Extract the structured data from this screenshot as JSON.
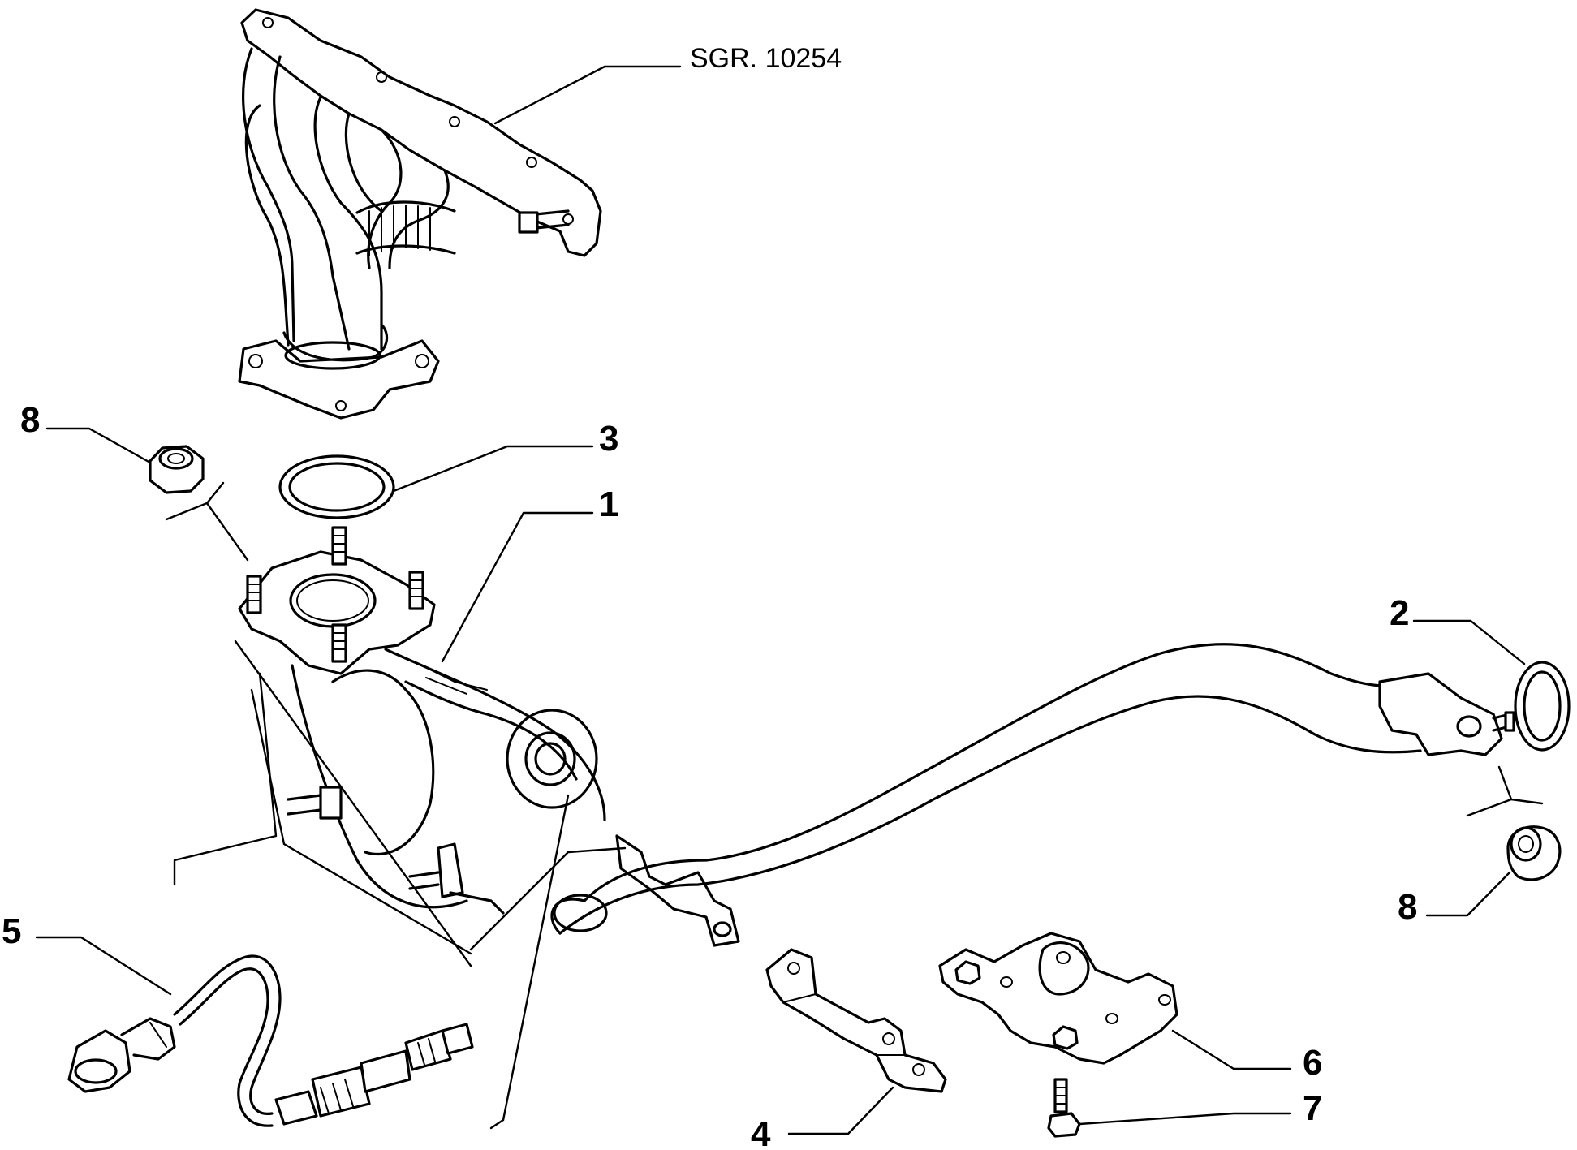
{
  "reference": {
    "text": "SGR. 10254"
  },
  "callouts": [
    {
      "id": "catalytic-converter",
      "number": "1"
    },
    {
      "id": "rear-gasket",
      "number": "2"
    },
    {
      "id": "front-gasket",
      "number": "3"
    },
    {
      "id": "bracket",
      "number": "4"
    },
    {
      "id": "lambda-sensor",
      "number": "5"
    },
    {
      "id": "support-plate",
      "number": "6"
    },
    {
      "id": "bolt",
      "number": "7"
    },
    {
      "id": "nut-front",
      "number": "8"
    },
    {
      "id": "nut-rear",
      "number": "8"
    }
  ]
}
